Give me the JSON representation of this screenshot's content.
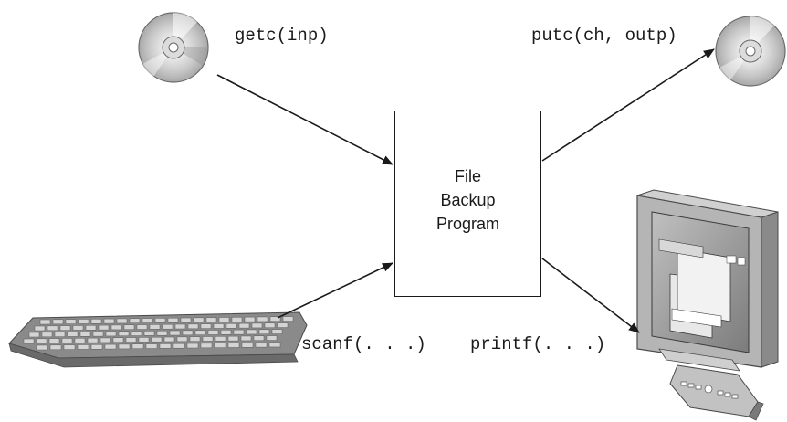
{
  "labels": {
    "getc": "getc(inp)",
    "putc": "putc(ch, outp)",
    "scanf": "scanf(. . .)",
    "printf": "printf(. . .)"
  },
  "program_box": {
    "lines": [
      "File",
      "Backup",
      "Program"
    ]
  },
  "icons": {
    "input_disk": "cd-disk-icon",
    "output_disk": "cd-disk-icon",
    "keyboard": "keyboard-icon",
    "monitor": "computer-monitor-icon"
  },
  "colors": {
    "stroke": "#1a1a1a",
    "disk_gray": "#b8b8b8",
    "device_gray": "#9a9a9a"
  }
}
